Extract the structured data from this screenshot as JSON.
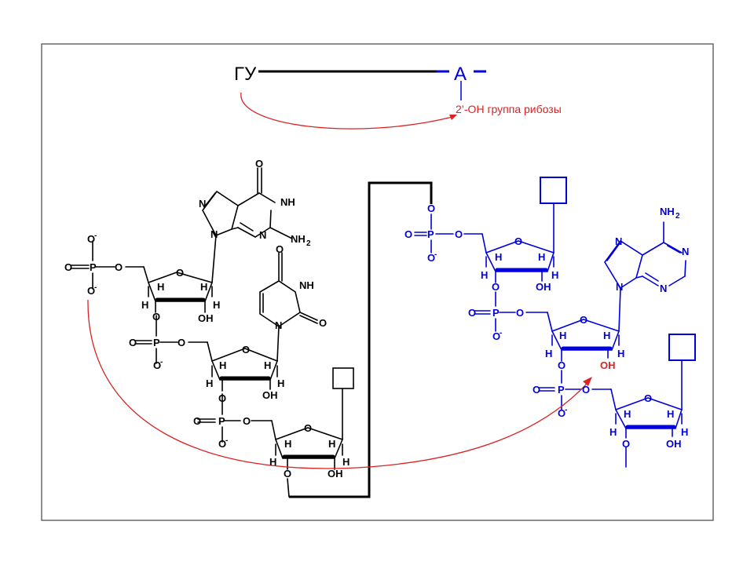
{
  "colors": {
    "black": "#000000",
    "blue": "#0000dd",
    "red": "#dd2222",
    "frame": "#444444"
  },
  "header": {
    "left_label": "ГУ",
    "right_label": "А",
    "annotation": "2’-ОН группа рибозы"
  },
  "atoms": {
    "O": "O",
    "N": "N",
    "H": "H",
    "P": "P",
    "NH": "NH",
    "NH2": "NH",
    "two": "2",
    "OH": "OH",
    "O_minus": "O",
    "minus": "-"
  }
}
